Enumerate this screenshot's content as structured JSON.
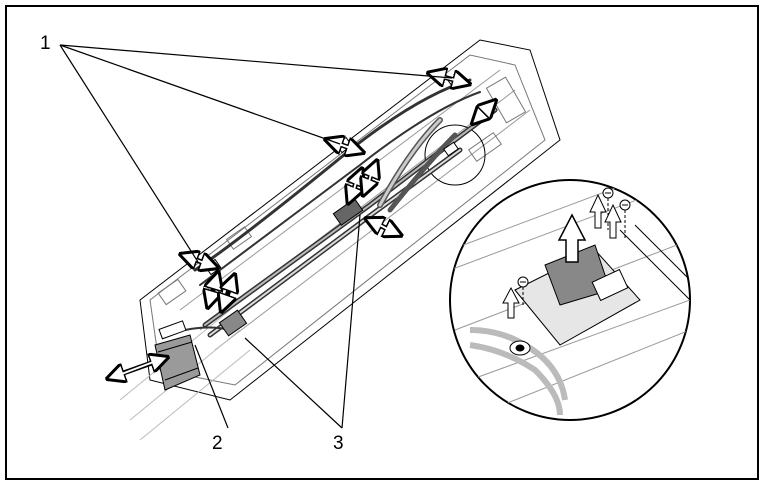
{
  "callouts": {
    "c1": "1",
    "c2": "2",
    "c3": "3"
  },
  "colors": {
    "line": "#000000",
    "cable_dark": "#3a3a3a",
    "metal_light": "#d8d8d8",
    "panel_gray": "#9a9a9a"
  },
  "icons": [
    "double-arrow-icon",
    "screw-icon",
    "up-arrow-icon"
  ]
}
